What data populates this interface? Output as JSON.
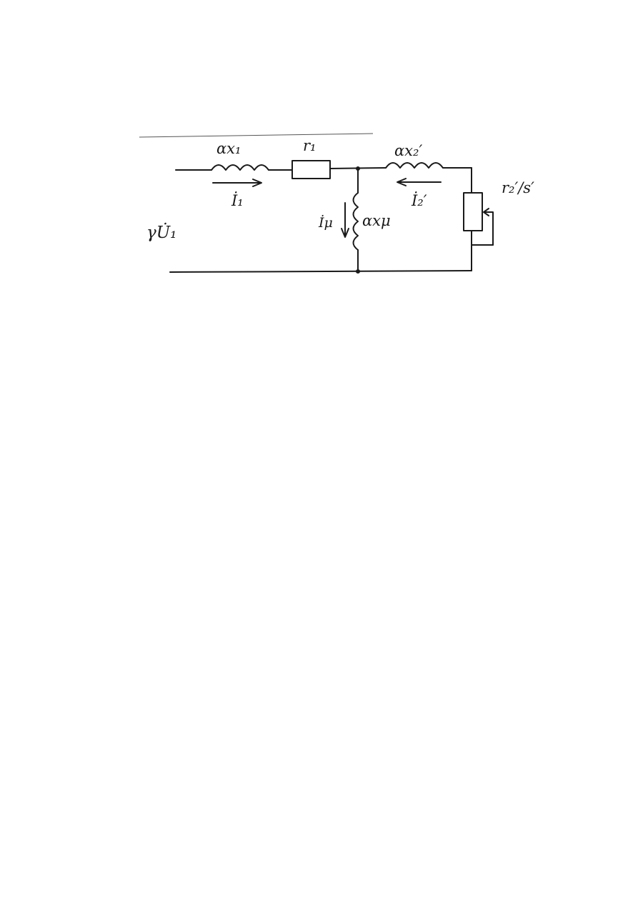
{
  "diagram": {
    "colors": {
      "ink": "#1a1a1a",
      "paper": "#ffffff"
    },
    "labels": {
      "source_voltage": "γU̇₁",
      "inductor_primary": "αx₁",
      "resistor_primary": "r₁",
      "inductor_secondary": "αx₂′",
      "resistor_secondary": "r₂′/s′",
      "inductor_magnetizing": "αxμ",
      "current_primary": "İ₁",
      "current_secondary": "İ₂′",
      "current_magnetizing": "İμ"
    }
  }
}
